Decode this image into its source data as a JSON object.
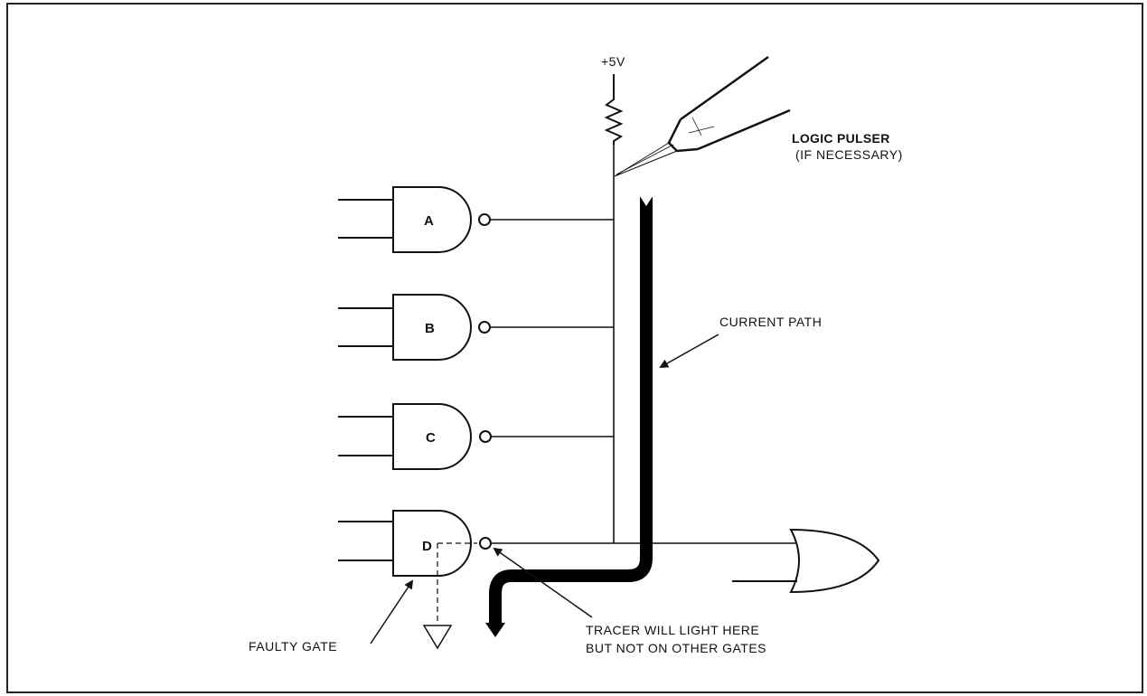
{
  "diagram": {
    "supply_label": "+5V",
    "pulser_label": "LOGIC PULSER",
    "pulser_note": "(IF NECESSARY)",
    "gates": [
      {
        "label": "A"
      },
      {
        "label": "B"
      },
      {
        "label": "C"
      },
      {
        "label": "D"
      }
    ],
    "current_path_label": "CURRENT PATH",
    "faulty_gate_label": "FAULTY GATE",
    "tracer_note_line1": "TRACER WILL LIGHT HERE",
    "tracer_note_line2": "BUT NOT ON OTHER GATES"
  }
}
